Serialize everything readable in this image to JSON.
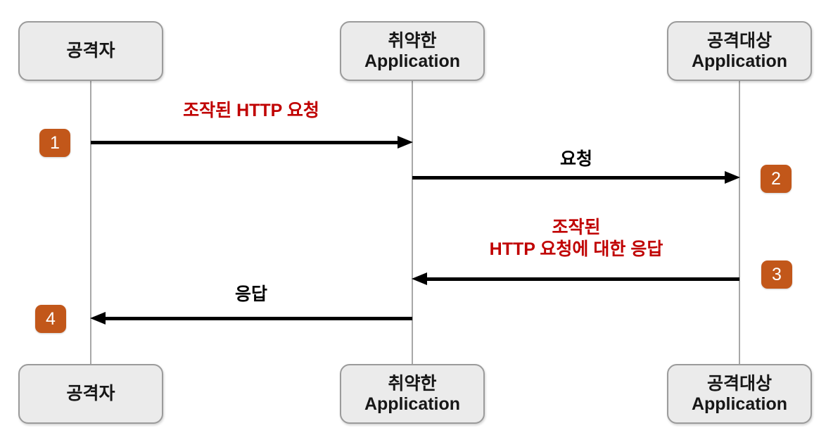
{
  "diagram_type": "sequence-diagram",
  "actors": [
    {
      "id": "attacker",
      "label": "공격자"
    },
    {
      "id": "vulnerable-app",
      "label": "취약한\nApplication"
    },
    {
      "id": "target-app",
      "label": "공격대상\nApplication"
    }
  ],
  "messages": [
    {
      "step": "1",
      "label": "조작된 HTTP 요청",
      "from": "공격자",
      "to": "취약한 Application",
      "direction": "right",
      "emphasis": "red"
    },
    {
      "step": "2",
      "label": "요청",
      "from": "취약한 Application",
      "to": "공격대상 Application",
      "direction": "right",
      "emphasis": "black"
    },
    {
      "step": "3",
      "label": "조작된\nHTTP 요청에 대한 응답",
      "from": "공격대상 Application",
      "to": "취약한 Application",
      "direction": "left",
      "emphasis": "red"
    },
    {
      "step": "4",
      "label": "응답",
      "from": "취약한 Application",
      "to": "공격자",
      "direction": "left",
      "emphasis": "black"
    }
  ],
  "colors": {
    "emphasis_red": "#C00000",
    "badge_orange": "#C2571A",
    "box_fill": "#EBEBEB",
    "box_border": "#9B9B9B",
    "lifeline_gray": "#A8A8A8",
    "arrow_black": "#000000",
    "background": "#FFFFFF"
  }
}
